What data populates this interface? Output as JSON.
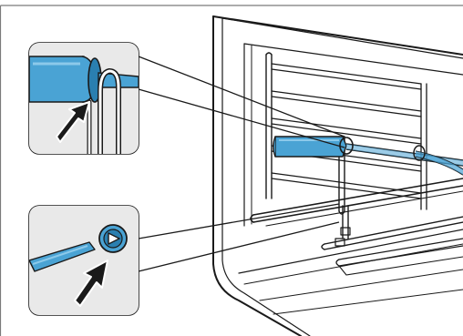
{
  "figure": {
    "colors": {
      "line": "#1a1a1a",
      "frame": "#7a7a7a",
      "inset_bg": "#e9e9e9",
      "blue": "#4aa3d4",
      "blue_dark": "#2a7fb0",
      "blue_light": "#8cc9ea",
      "white": "#ffffff"
    },
    "icons": [
      "oven-interior",
      "side-rail-rack",
      "screwdriver",
      "rail-hook",
      "push-arrow-icon",
      "release-button-icon"
    ]
  }
}
